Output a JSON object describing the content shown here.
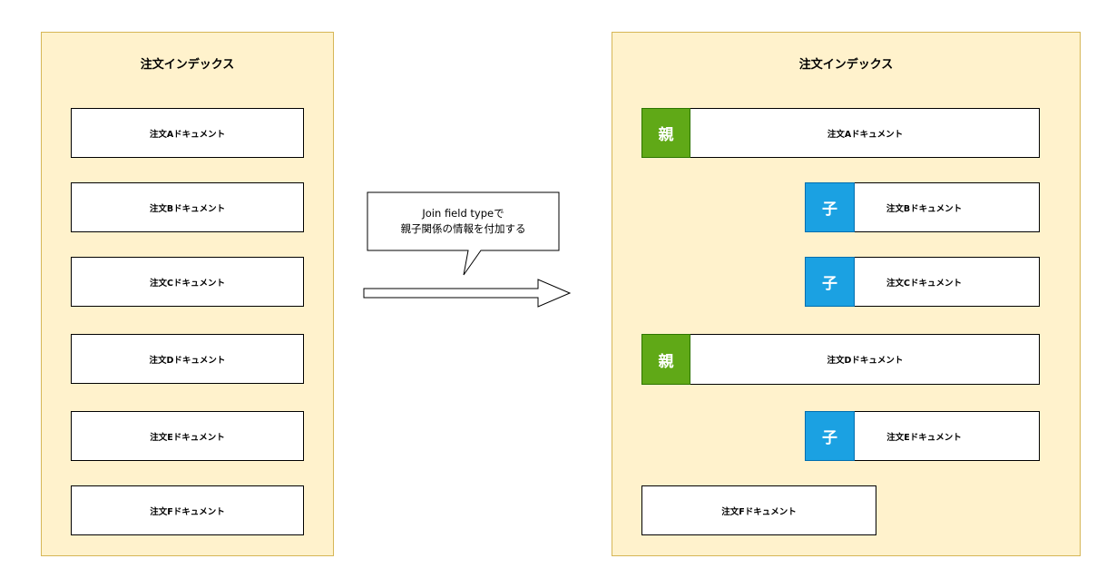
{
  "left_panel": {
    "title": "注文インデックス",
    "documents": [
      "注文Aドキュメント",
      "注文Bドキュメント",
      "注文Cドキュメント",
      "注文Dドキュメント",
      "注文Eドキュメント",
      "注文Fドキュメント"
    ]
  },
  "callout": {
    "line1": "Join field typeで",
    "line2": "親子関係の情報を付加する"
  },
  "right_panel": {
    "title": "注文インデックス",
    "parent_label": "親",
    "child_label": "子",
    "doc_a": "注文Aドキュメント",
    "doc_b": "注文Bドキュメント",
    "doc_c": "注文Cドキュメント",
    "doc_d": "注文Dドキュメント",
    "doc_e": "注文Eドキュメント",
    "doc_f": "注文Fドキュメント"
  },
  "colors": {
    "panel_fill": "#fff2cc",
    "panel_border": "#d6b656",
    "parent_badge": "#60a917",
    "child_badge": "#1ba1e2"
  }
}
